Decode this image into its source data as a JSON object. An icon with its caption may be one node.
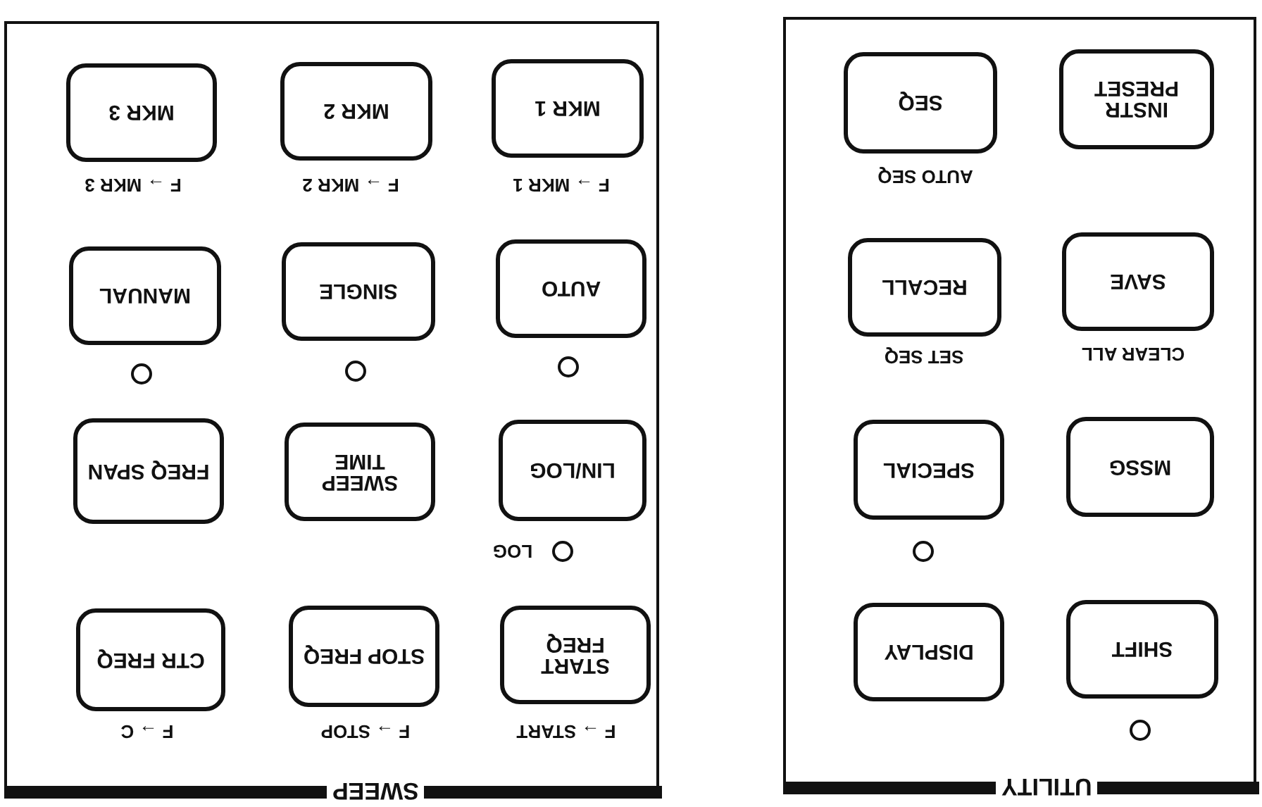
{
  "diagram": {
    "nodes": [
      {
        "text": [
          "UTILITY"
        ]
      },
      {
        "text": [
          "SHIFT"
        ],
        "in": 0
      },
      {
        "text": [
          "DISPLAY"
        ],
        "in": 0
      },
      {
        "text": [
          "MSSG"
        ],
        "in": 0
      },
      {
        "text": [
          "SPECIAL"
        ],
        "in": 0
      },
      {
        "text": [
          "SAVE"
        ],
        "in": 0,
        "beside": [
          "CLEAR ALL"
        ]
      },
      {
        "text": [
          "RECALL"
        ],
        "in": 0,
        "beside": [
          "SET SEQ"
        ]
      },
      {
        "text": [
          "INSTR PRESET"
        ],
        "in": 0
      },
      {
        "text": [
          "SEQ"
        ],
        "in": 0,
        "beside": [
          "AUTO SEQ"
        ]
      },
      {
        "text": [
          "SWEEP"
        ]
      },
      {
        "text": [
          "START FREQ"
        ],
        "in": 9,
        "beside": [
          "F → START"
        ]
      },
      {
        "text": [
          "STOP FREQ"
        ],
        "in": 9,
        "beside": [
          "F → STOP"
        ]
      },
      {
        "text": [
          "CTR FREQ"
        ],
        "in": 9,
        "beside": [
          "F → C"
        ]
      },
      {
        "text": [
          "LIN/LOG"
        ],
        "in": 9
      },
      {
        "text": [
          "SWEEP TIME"
        ],
        "in": 9
      },
      {
        "text": [
          "FREQ SPAN"
        ],
        "in": 9
      },
      {
        "text": [
          "AUTO"
        ],
        "in": 9
      },
      {
        "text": [
          "SINGLE"
        ],
        "in": 9
      },
      {
        "text": [
          "MANUAL"
        ],
        "in": 9
      },
      {
        "text": [
          "MKR 1"
        ],
        "in": 9,
        "beside": [
          "F → MKR 1"
        ]
      },
      {
        "text": [
          "MKR 2"
        ],
        "in": 9,
        "beside": [
          "F → MKR 2"
        ]
      },
      {
        "text": [
          "MKR 3"
        ],
        "in": 9,
        "beside": [
          "F → MKR 3"
        ]
      }
    ],
    "labels": [
      "LOG"
    ]
  }
}
